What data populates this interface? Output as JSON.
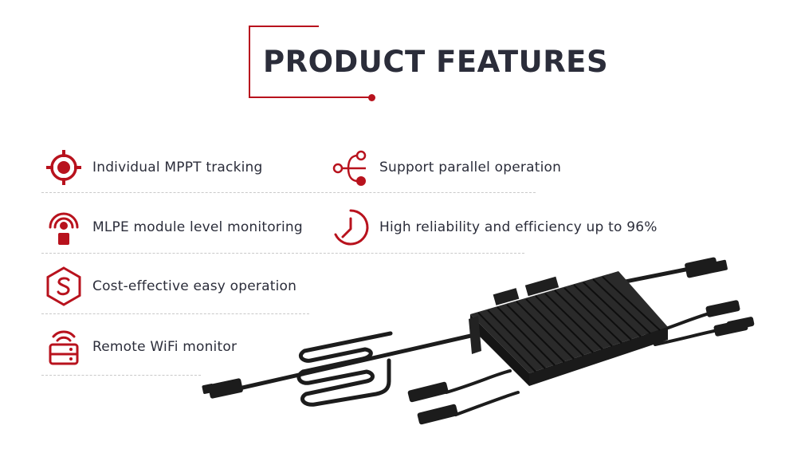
{
  "header": {
    "title": "PRODUCT FEATURES"
  },
  "colors": {
    "accent": "#b8121d",
    "text": "#2b2d3a",
    "product": "#1e1e1e"
  },
  "features": [
    {
      "label": "Individual MPPT tracking",
      "icon": "target-icon"
    },
    {
      "label": "Support parallel operation",
      "icon": "parallel-branch-icon"
    },
    {
      "label": "MLPE module level monitoring",
      "icon": "monitoring-signal-icon"
    },
    {
      "label": "High reliability and efficiency up to 96%",
      "icon": "clock-gauge-icon"
    },
    {
      "label": "Cost-effective easy operation",
      "icon": "hexagon-s-icon"
    },
    {
      "label": "Remote WiFi monitor",
      "icon": "wifi-device-icon"
    }
  ]
}
